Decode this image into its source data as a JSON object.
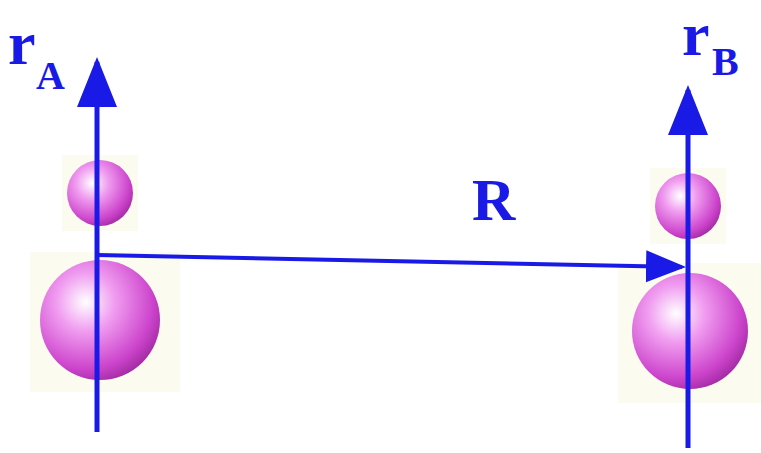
{
  "diagram": {
    "labels": [
      "r",
      "A",
      "R",
      "r",
      "B"
    ]
  }
}
